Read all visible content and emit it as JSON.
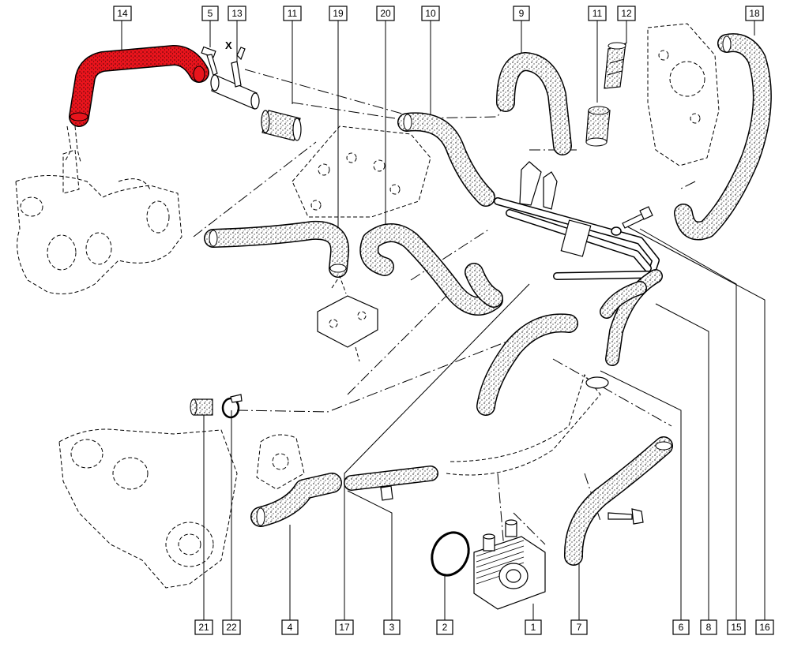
{
  "callouts": {
    "c14": "14",
    "c5": "5",
    "c13": "13",
    "c11a": "11",
    "c19": "19",
    "c20": "20",
    "c10": "10",
    "c9": "9",
    "c11b": "11",
    "c12": "12",
    "c18": "18",
    "c21": "21",
    "c22": "22",
    "c4": "4",
    "c17": "17",
    "c3": "3",
    "c2": "2",
    "c1": "1",
    "c7": "7",
    "c6": "6",
    "c8": "8",
    "c15": "15",
    "c16": "16"
  },
  "marker_x": "X",
  "colors": {
    "highlight": "#e8141c",
    "line": "#000000",
    "background": "#ffffff"
  }
}
